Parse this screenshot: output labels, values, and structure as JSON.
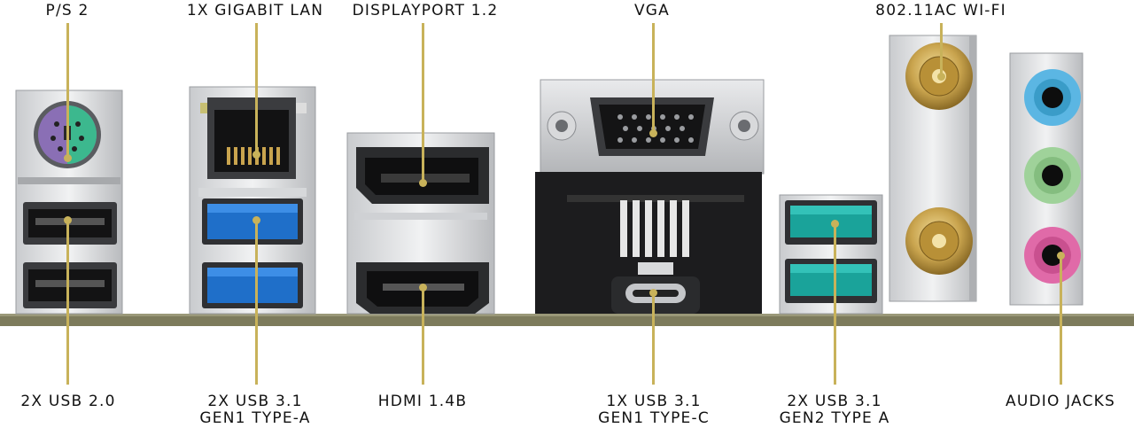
{
  "labels": {
    "ps2": "P/S 2",
    "lan": "1X GIGABIT LAN",
    "displayport": "DISPLAYPORT 1.2",
    "vga": "VGA",
    "wifi": "802.11AC WI-FI",
    "usb20": "2X USB 2.0",
    "usb31a_line1": "2X USB 3.1",
    "usb31a_line2": "GEN1 TYPE-A",
    "hdmi": "HDMI 1.4B",
    "usbc_line1": "1X USB 3.1",
    "usbc_line2": "GEN1 TYPE-C",
    "usb31g2_line1": "2X USB 3.1",
    "usb31g2_line2": "GEN2 TYPE A",
    "audio": "AUDIO JACKS"
  },
  "colors": {
    "leader": "#c8b25a",
    "board": "#7d7b5c",
    "usb3_blue": "#1f6fc9",
    "usb_gen2_teal": "#1aa39a",
    "ps2_purple": "#8a6fb5",
    "ps2_green": "#3cb88e",
    "audio_blue": "#5bb6e3",
    "audio_green": "#9fd29a",
    "audio_pink": "#e06aa8"
  },
  "icons": [
    "ps2-port-icon",
    "usb-port-icon",
    "ethernet-port-icon",
    "displayport-icon",
    "hdmi-port-icon",
    "vga-port-icon",
    "usb-c-port-icon",
    "wifi-antenna-icon",
    "audio-jack-icon"
  ]
}
